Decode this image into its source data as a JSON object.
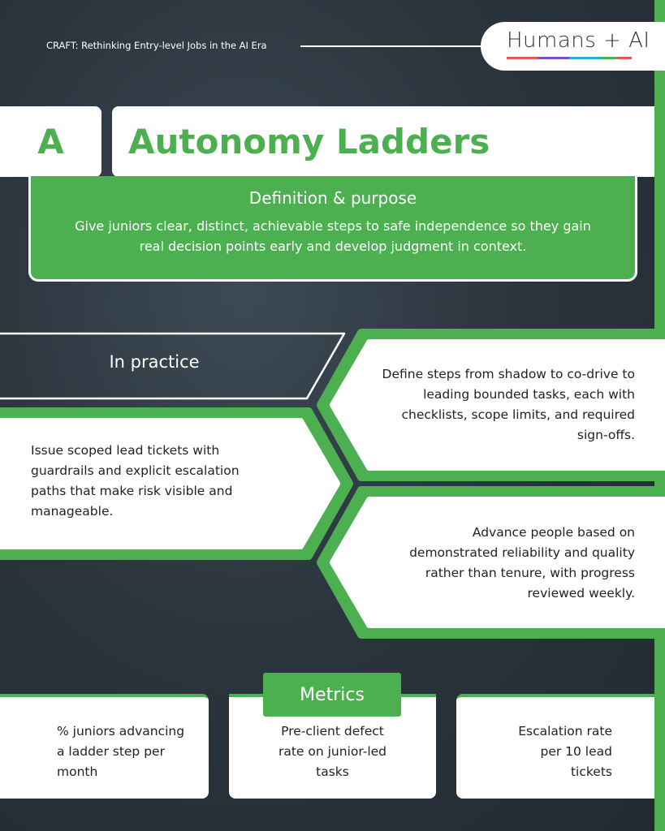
{
  "header": {
    "subtitle": "CRAFT: Rethinking Entry-level Jobs in the AI Era",
    "logo": "Humans + AI"
  },
  "section": {
    "letter": "A",
    "title": "Autonomy Ladders"
  },
  "definition": {
    "heading": "Definition & purpose",
    "body": "Give juniors clear, distinct, achievable steps to safe independence so they gain real decision points early and develop judgment in context."
  },
  "practice": {
    "label": "In practice",
    "items": [
      "Define steps from shadow to co-drive to leading bounded tasks, each with checklists, scope limits, and required sign-offs.",
      "Issue scoped lead tickets with guardrails and explicit escalation paths that make risk visible and manageable.",
      "Advance people based on demonstrated reliability and quality rather than tenure, with progress reviewed weekly."
    ]
  },
  "metrics": {
    "label": "Metrics",
    "items": [
      "% juniors advancing a ladder step per month",
      "Pre-client defect rate on junior-led tasks",
      "Escalation rate per 10 lead tickets"
    ]
  },
  "colors": {
    "accent": "#4cb050",
    "background": "#2b353e"
  }
}
